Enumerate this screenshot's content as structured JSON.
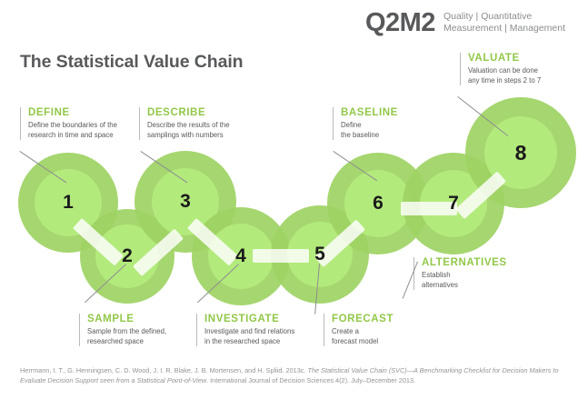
{
  "brand": {
    "mark": "Q2M2",
    "tagline_line1": "Quality | Quantitative",
    "tagline_line2": "Measurement | Management"
  },
  "page_title": "The Statistical Value Chain",
  "colors": {
    "accent_green": "#92c848",
    "node_ring": "#9ed263",
    "node_core": "#b3ea7c",
    "text_dark": "#58595b",
    "text_muted": "#939496",
    "connector": "#ffffff"
  },
  "steps": [
    {
      "number": "1",
      "title": "DEFINE",
      "desc": "Define the boundaries of the\nresearch in time and space"
    },
    {
      "number": "2",
      "title": "SAMPLE",
      "desc": "Sample from the defined,\nresearched space"
    },
    {
      "number": "3",
      "title": "DESCRIBE",
      "desc": "Describe the results of the\nsamplings with numbers"
    },
    {
      "number": "4",
      "title": "INVESTIGATE",
      "desc": "Investigate and find relations\nin the researched space"
    },
    {
      "number": "5",
      "title": "FORECAST",
      "desc": "Create a\nforecast model"
    },
    {
      "number": "6",
      "title": "BASELINE",
      "desc": "Define\nthe baseline"
    },
    {
      "number": "7",
      "title": "ALTERNATIVES",
      "desc": "Establish\nalternatives"
    },
    {
      "number": "8",
      "title": "VALUATE",
      "desc": "Valuation can be done\nany time in steps 2 to 7"
    }
  ],
  "citation": {
    "part1": "Herrmann, I. T., G. Henningsen, C. D. Wood, J. I. R. Blake, J. B. Mortensen, and H. Spliid. 2013c. ",
    "italic1": "The Statistical Value Chain (SVC)—A Benchmarking Checklist for Decision Makers to Evaluate Decision Support seen from a Statistical Point-of-View",
    "part2": ". International Journal of Decision Sciences 4(2). July–December 2013."
  }
}
